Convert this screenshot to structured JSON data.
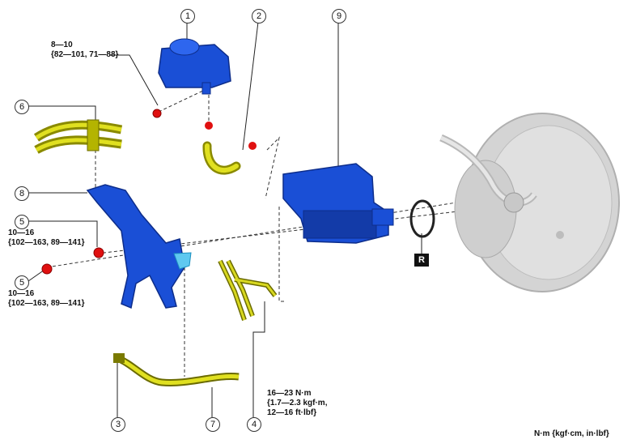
{
  "callouts": {
    "c1": "1",
    "c2": "2",
    "c3": "3",
    "c4": "4",
    "c5a": "5",
    "c5b": "5",
    "c6": "6",
    "c7": "7",
    "c8": "8",
    "c9": "9"
  },
  "torque_labels": {
    "reservoir_bolt": {
      "line1": "8—10",
      "line2": "{82—101, 71—88}"
    },
    "nut_upper": {
      "line1": "10—16",
      "line2": "{102—163, 89—141}"
    },
    "nut_lower": {
      "line1": "10—16",
      "line2": "{102—163, 89—141}"
    },
    "brake_pipe": {
      "line1": "16—23 N·m",
      "line2": "{1.7—2.3 kgf·m,",
      "line3": "12—16 ft·lbf}"
    }
  },
  "replace_badge": "R",
  "units_note": "N·m {kgf·cm, in·lbf}",
  "colors": {
    "blue_part": "#1a4fd6",
    "yellow_part": "#c8c800",
    "red_fastener": "#e01010",
    "cyan_clip": "#5fc8f0",
    "booster_gray": "#d4d4d4"
  }
}
